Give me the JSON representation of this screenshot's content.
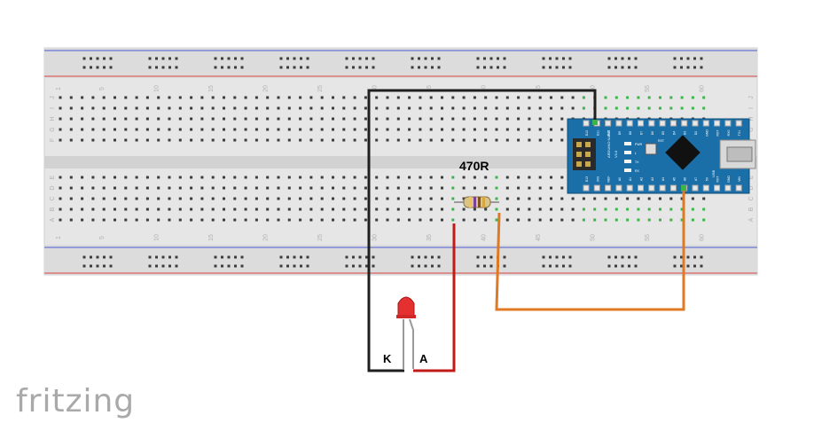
{
  "app": {
    "logo_text": "fritzing"
  },
  "breadboard": {
    "columns": 60,
    "rows_top": [
      "J",
      "I",
      "H",
      "G",
      "F"
    ],
    "rows_bottom": [
      "E",
      "D",
      "C",
      "B",
      "A"
    ],
    "column_numbers": [
      "1",
      "5",
      "10",
      "15",
      "20",
      "25",
      "30",
      "35",
      "40",
      "45",
      "50",
      "55",
      "60"
    ],
    "colors": {
      "body": "#e6e6e6",
      "hole": "#3c3c3c",
      "rail_red": "#d7443f",
      "rail_blue": "#4a5ad6",
      "connected": "#39b54a"
    }
  },
  "resistor": {
    "label": "470R",
    "bands": [
      "#f2c14e",
      "#7b3fa0",
      "#8a4b1e",
      "#d7a840"
    ]
  },
  "led": {
    "cathode_label": "K",
    "anode_label": "A",
    "color": "#e53030"
  },
  "arduino": {
    "name": "ARDUINO NANO",
    "version": "V3.0",
    "pins_top": [
      "D12",
      "D11",
      "D10",
      "D9",
      "D8",
      "D7",
      "D6",
      "D5",
      "D4",
      "D3",
      "D2",
      "GND",
      "RST",
      "RX0",
      "TX1"
    ],
    "pins_bottom": [
      "D13",
      "3V3",
      "REF",
      "A0",
      "A1",
      "A2",
      "A3",
      "A4",
      "A5",
      "A6",
      "A7",
      "5V",
      "RST",
      "GND",
      "VIN"
    ],
    "leds": [
      "PWR",
      "L",
      "TX",
      "RX"
    ],
    "button_label": "RST",
    "usb_label": "USB",
    "color": "#1b6fa8"
  },
  "wires": {
    "black": "#1f1f1f",
    "red": "#c11b17",
    "orange": "#e07a22"
  }
}
